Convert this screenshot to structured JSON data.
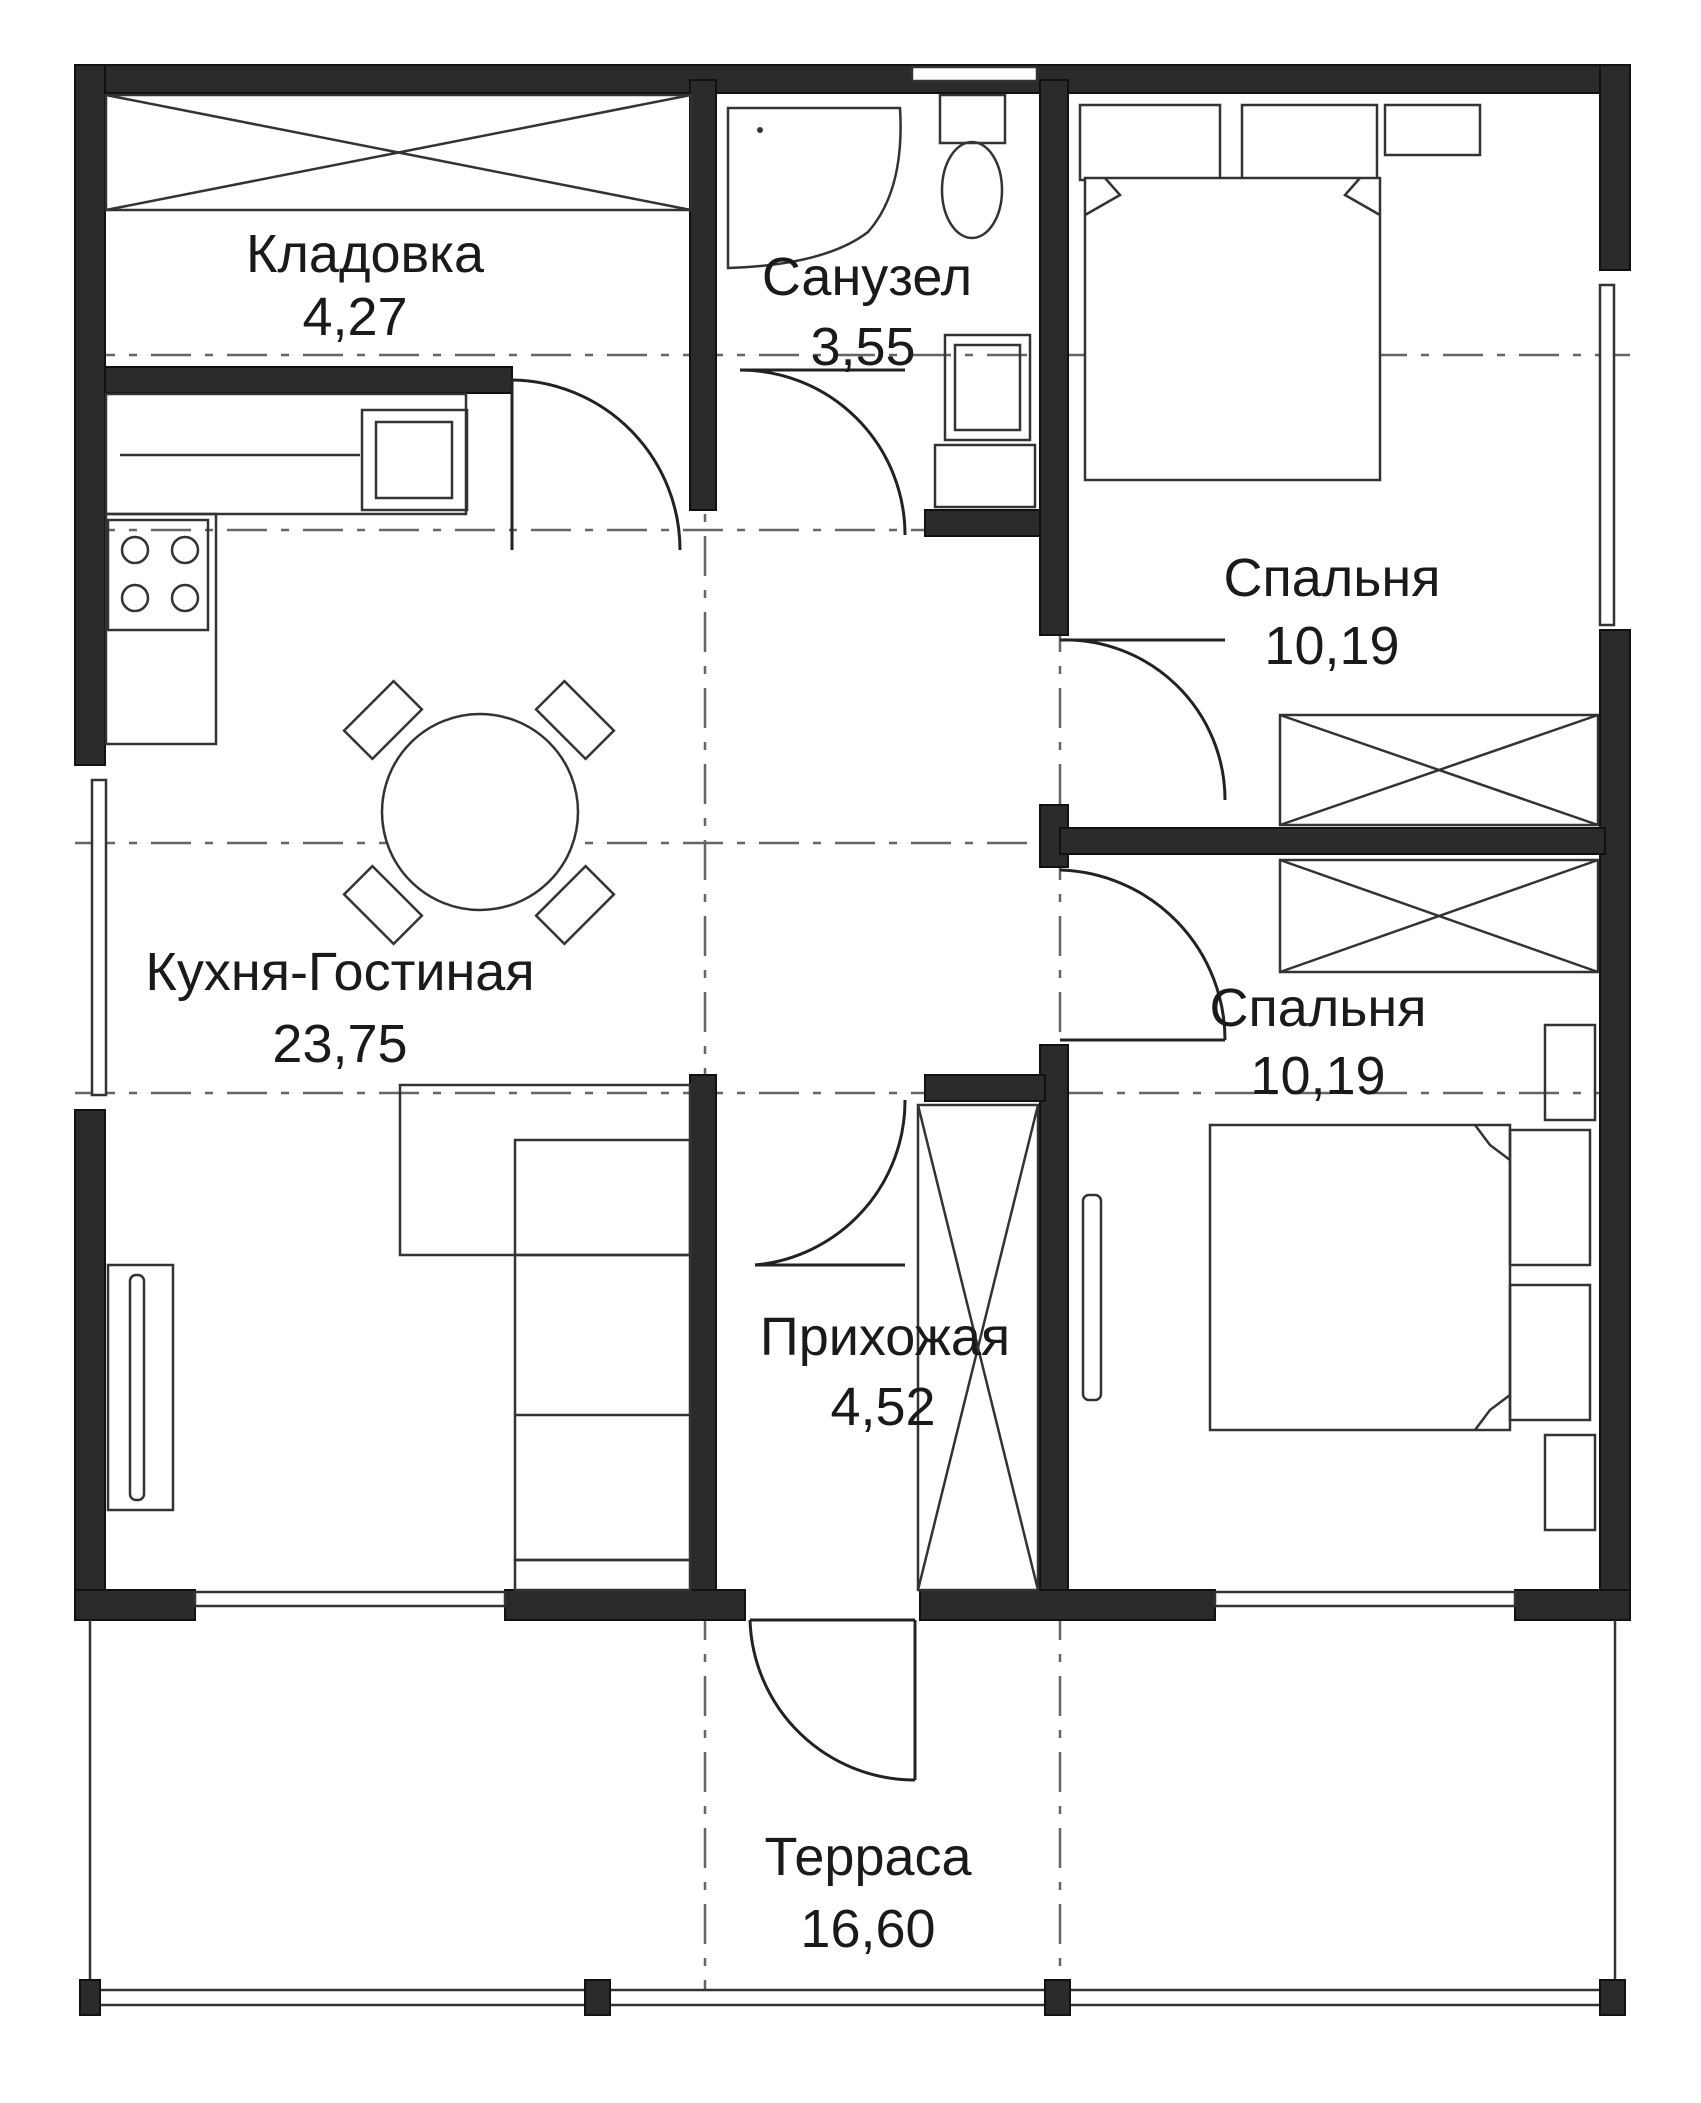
{
  "rooms": {
    "storage": {
      "name": "Кладовка",
      "area": "4,27"
    },
    "bathroom": {
      "name": "Санузел",
      "area": "3,55"
    },
    "bedroom1": {
      "name": "Спальня",
      "area": "10,19"
    },
    "kitchen": {
      "name": "Кухня-Гостиная",
      "area": "23,75"
    },
    "bedroom2": {
      "name": "Спальня",
      "area": "10,19"
    },
    "hallway": {
      "name": "Прихожая",
      "area": "4,52"
    },
    "terrace": {
      "name": "Терраса",
      "area": "16,60"
    }
  },
  "colors": {
    "wall": "#2b2b2b",
    "line": "#333333",
    "background": "#ffffff"
  }
}
